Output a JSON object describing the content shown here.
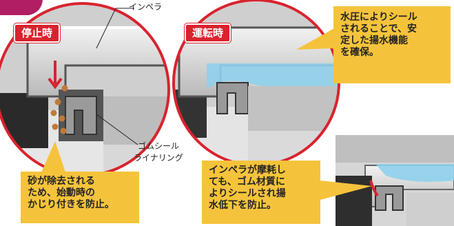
{
  "labels": {
    "impeller": "インペラ",
    "rubber_seal_line1": "ゴムシール",
    "rubber_seal_line2": "ライナリング"
  },
  "tags": {
    "stopped": "停止時",
    "running": "運転時"
  },
  "callouts": {
    "top_right": "水圧によりシール\nされることで、安\n定した揚水機能\nを確保。",
    "bottom_left": "砂が除去される\nため、始動時の\nかじり付きを防止。",
    "bottom_mid": "インペラが摩耗し\nても、ゴム材質に\nよりシールされ揚\n水低下を防止。"
  },
  "colors": {
    "accent_red": "#d9232e",
    "callout_yellow": "#f5c33b",
    "water_blue": "#8fd0ec",
    "sand_brown": "#c07a3a"
  }
}
